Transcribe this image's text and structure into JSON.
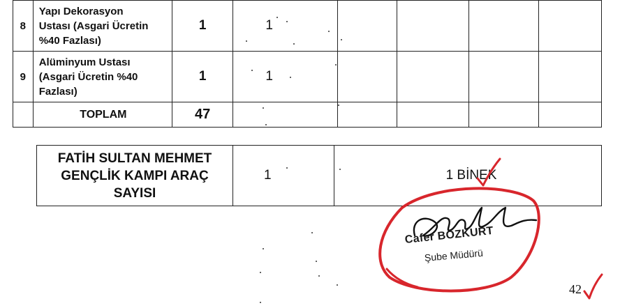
{
  "staff_table": {
    "rows": [
      {
        "no": "8",
        "name": [
          "Yapı Dekorasyon",
          "Ustası (Asgari Ücretin",
          "%40 Fazlası)"
        ],
        "col_a": "1",
        "col_b": "1"
      },
      {
        "no": "9",
        "name": [
          "Alüminyum Ustası",
          "(Asgari Ücretin %40",
          "Fazlası)"
        ],
        "col_a": "1",
        "col_b": "1"
      }
    ],
    "total": {
      "label": "TOPLAM",
      "col_a": "47"
    }
  },
  "camp_table": {
    "label": [
      "FATİH SULTAN MEHMET",
      "GENÇLİK KAMPI ARAÇ",
      "SAYISI"
    ],
    "count": "1",
    "vehicle": "1 BİNEK"
  },
  "stamp": {
    "name": "Cafer BOZKURT",
    "title": "Şube Müdürü",
    "ring_color": "#d8262c"
  },
  "page_number": "42",
  "check_color": "#d8262c"
}
